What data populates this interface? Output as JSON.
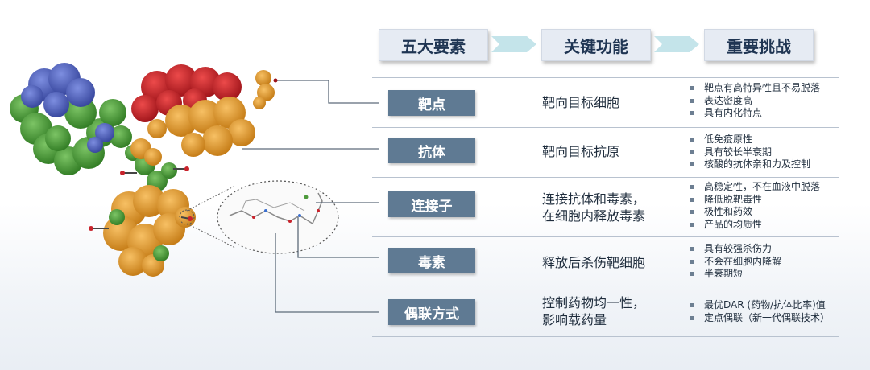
{
  "headers": [
    "五大要素",
    "关键功能",
    "重要挑战"
  ],
  "rows": [
    {
      "element": "靶点",
      "function": [
        "靶向目标细胞"
      ],
      "challenges": [
        "靶点有高特异性且不易脱落",
        "表达密度高",
        "具有内化特点"
      ]
    },
    {
      "element": "抗体",
      "function": [
        "靶向目标抗原"
      ],
      "challenges": [
        "低免疫原性",
        "具有较长半衰期",
        "核酸的抗体亲和力及控制"
      ]
    },
    {
      "element": "连接子",
      "function": [
        "连接抗体和毒素，",
        "在细胞内释放毒素"
      ],
      "challenges": [
        "高稳定性，不在血液中脱落",
        "降低脱靶毒性",
        "极性和药效",
        "产品的均质性"
      ]
    },
    {
      "element": "毒素",
      "function": [
        "释放后杀伤靶细胞"
      ],
      "challenges": [
        "具有较强杀伤力",
        "不会在细胞内降解",
        "半衰期短"
      ]
    },
    {
      "element": "偶联方式",
      "function": [
        "控制药物均一性，",
        "影响载药量"
      ],
      "challenges": [
        "最优DAR (药物/抗体比率)值",
        "定点偶联（新一代偶联技术）"
      ]
    }
  ],
  "colors": {
    "badge": "#5f7a93",
    "header_bg": "#e6ebf3",
    "header_text": "#1f3553",
    "antibody_blue": "#4a5bb5",
    "antibody_green": "#4e9a3c",
    "antibody_red": "#c8232c",
    "antibody_orange": "#e3962a",
    "connector_line": "#5d6b7a"
  }
}
